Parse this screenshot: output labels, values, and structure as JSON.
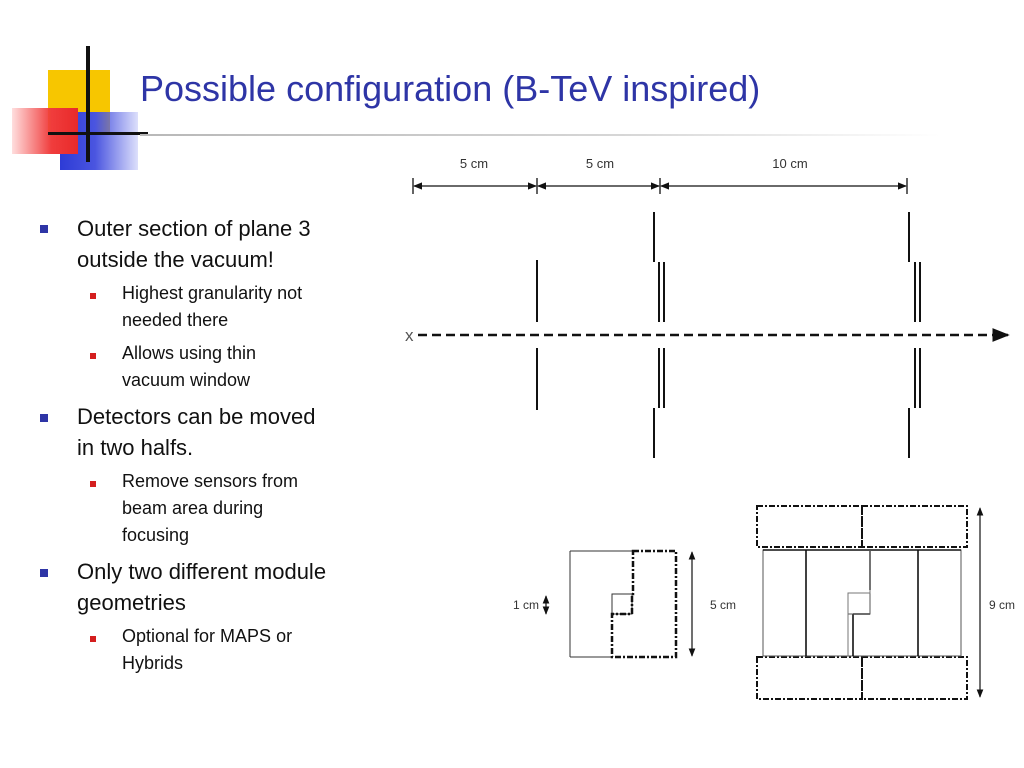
{
  "slide": {
    "title": "Possible configuration (B-TeV inspired)",
    "colors": {
      "title": "#2e35a6",
      "bullet_primary": "#2e35a6",
      "bullet_secondary": "#d41e1e"
    }
  },
  "bullets": [
    {
      "lines": [
        "Outer section of plane 3",
        "outside the vacuum!"
      ],
      "sub": [
        {
          "lines": [
            "Highest granularity not",
            "needed there"
          ]
        },
        {
          "lines": [
            "Allows using thin",
            "vacuum window"
          ]
        }
      ]
    },
    {
      "lines": [
        "Detectors can be moved",
        "in two halfs."
      ],
      "sub": [
        {
          "lines": [
            "Remove sensors from",
            "beam area during",
            "focusing"
          ]
        }
      ]
    },
    {
      "lines": [
        "Only two different module",
        "geometries"
      ],
      "sub": [
        {
          "lines": [
            "Optional for MAPS or",
            "Hybrids"
          ]
        }
      ]
    }
  ],
  "diagram": {
    "spacings": [
      "5 cm",
      "5 cm",
      "10 cm"
    ],
    "origin_marker": "x",
    "small_module": {
      "notch_label": "1 cm",
      "size_label": "5 cm"
    },
    "large_module": {
      "size_label": "9 cm"
    }
  }
}
